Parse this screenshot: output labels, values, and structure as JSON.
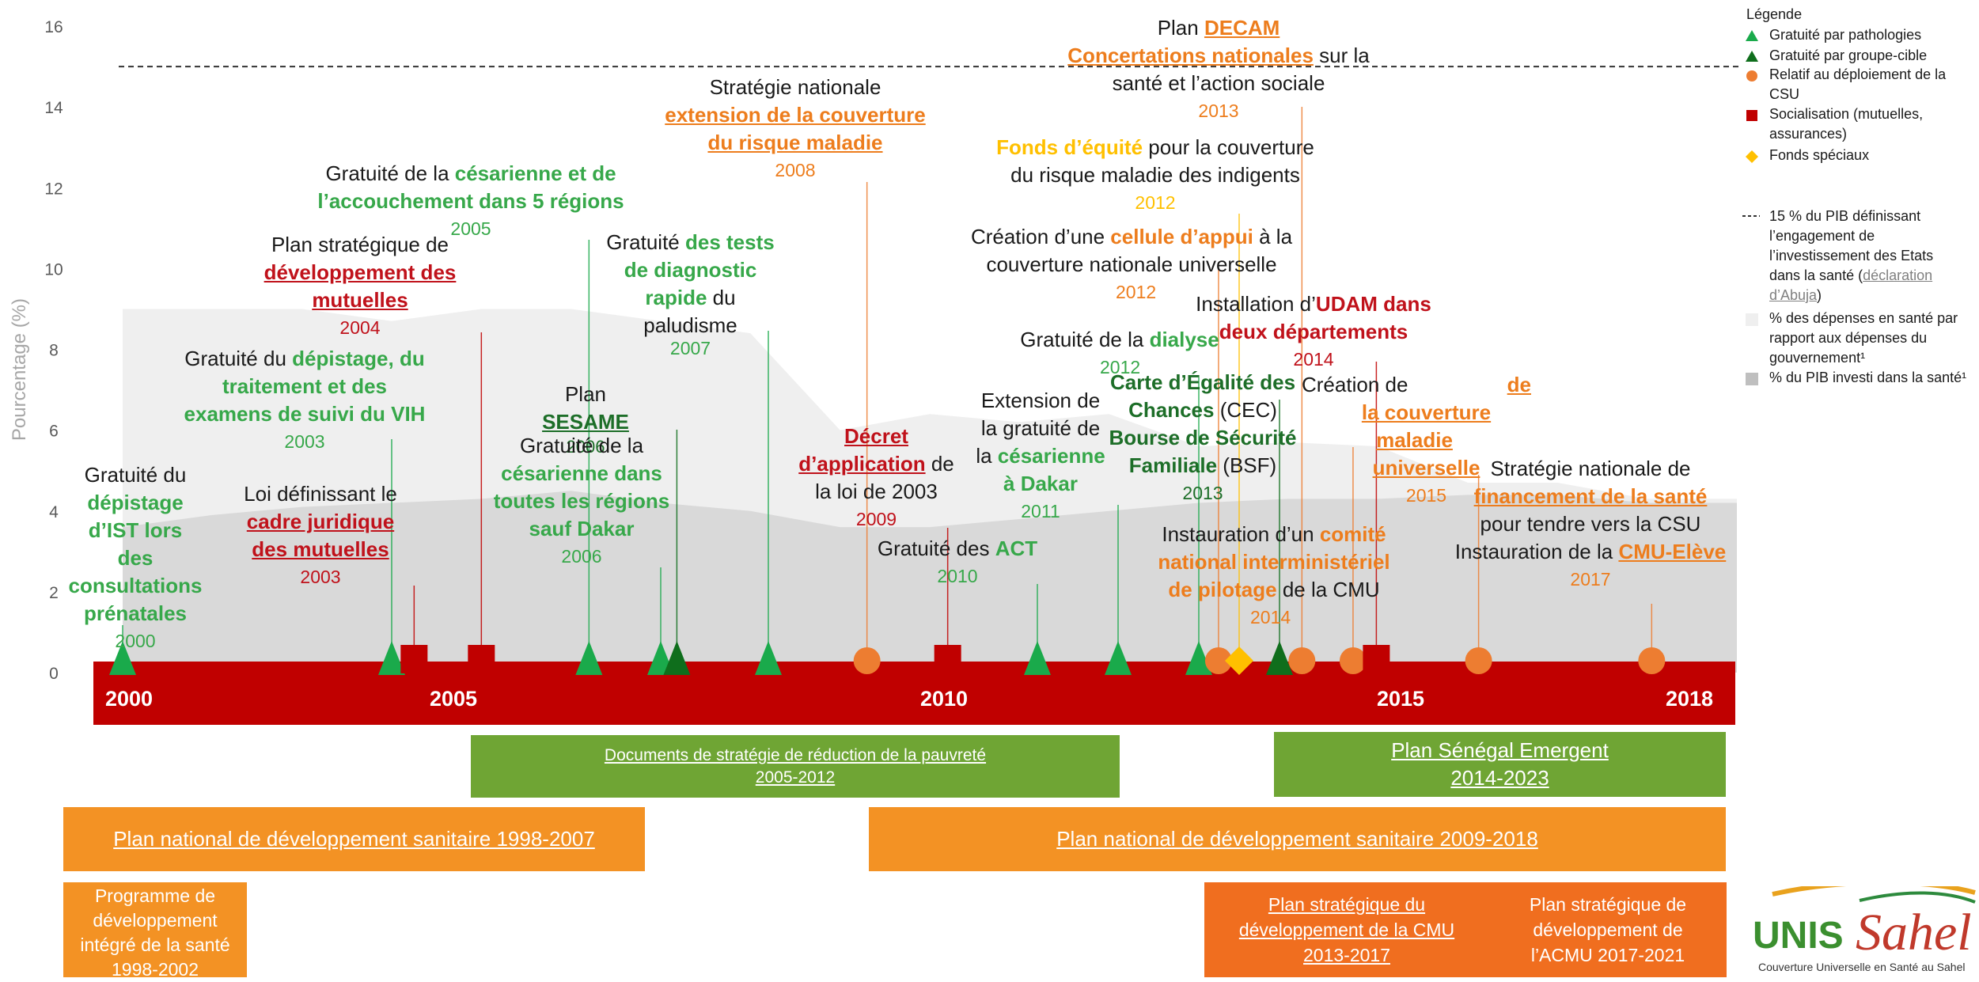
{
  "chart_data": {
    "type": "timeline-area",
    "ylabel": "Pourcentage (%)",
    "y_ticks": [
      0,
      2,
      4,
      6,
      8,
      10,
      12,
      14,
      16
    ],
    "ylim": [
      0,
      16.5
    ],
    "x_range": [
      2000,
      2018
    ],
    "x_tick_labels": [
      "2000",
      "2005",
      "2010",
      "2015",
      "2018"
    ],
    "abuja_line_value": 15,
    "series": [
      {
        "name": "% des dépenses en santé par rapport aux dépenses du gouvernement¹",
        "x": [
          2000,
          2001,
          2002,
          2003,
          2004,
          2005,
          2006,
          2007,
          2008,
          2009,
          2010,
          2011,
          2012,
          2013,
          2014,
          2015,
          2016,
          2017,
          2018
        ],
        "values": [
          9.0,
          9.0,
          9.0,
          8.7,
          9.0,
          9.0,
          8.7,
          8.4,
          6.0,
          6.4,
          6.2,
          6.4,
          5.6,
          5.7,
          5.6,
          4.7,
          4.7,
          4.3,
          4.3
        ],
        "color": "#efefef"
      },
      {
        "name": "% du PIB investi dans la santé¹",
        "x": [
          2000,
          2001,
          2002,
          2003,
          2004,
          2005,
          2006,
          2007,
          2008,
          2009,
          2010,
          2011,
          2012,
          2013,
          2014,
          2015,
          2016,
          2017,
          2018
        ],
        "values": [
          3.6,
          3.9,
          4.1,
          4.2,
          4.3,
          4.5,
          4.2,
          4.0,
          3.6,
          3.6,
          3.8,
          4.0,
          4.2,
          4.3,
          4.3,
          4.4,
          4.4,
          4.2,
          4.2
        ],
        "color": "#d9d9d9"
      }
    ],
    "markers": [
      {
        "year": 2000.0,
        "type": "tri-light"
      },
      {
        "year": 2003.0,
        "type": "tri-light"
      },
      {
        "year": 2003.25,
        "type": "square"
      },
      {
        "year": 2004.0,
        "type": "square"
      },
      {
        "year": 2005.2,
        "type": "tri-light"
      },
      {
        "year": 2006.0,
        "type": "tri-light"
      },
      {
        "year": 2006.18,
        "type": "tri-dark"
      },
      {
        "year": 2007.2,
        "type": "tri-light"
      },
      {
        "year": 2008.3,
        "type": "circle"
      },
      {
        "year": 2009.2,
        "type": "square"
      },
      {
        "year": 2010.2,
        "type": "tri-light"
      },
      {
        "year": 2011.1,
        "type": "tri-light"
      },
      {
        "year": 2012.0,
        "type": "tri-light"
      },
      {
        "year": 2012.22,
        "type": "circle"
      },
      {
        "year": 2012.45,
        "type": "diamond"
      },
      {
        "year": 2012.9,
        "type": "tri-dark"
      },
      {
        "year": 2013.15,
        "type": "circle"
      },
      {
        "year": 2013.72,
        "type": "circle"
      },
      {
        "year": 2013.98,
        "type": "square"
      },
      {
        "year": 2015.12,
        "type": "circle"
      },
      {
        "year": 2017.05,
        "type": "circle"
      }
    ],
    "colors": {
      "tri-light": "#1aaa4b",
      "tri-dark": "#0f6e1c",
      "circle": "#ed7d31",
      "square": "#c00000",
      "diamond": "#ffc000",
      "band": "#c00000"
    }
  },
  "events": {
    "e2000": {
      "l1": "Gratuité du",
      "l2": "dépistage",
      "l3": "d’IST lors des",
      "l4": "consultations",
      "l5": "prénatales",
      "yr": "2000"
    },
    "e2003a": {
      "l1a": "Gratuité du ",
      "l1b": "dépistage, du",
      "l2": "traitement et des",
      "l3": "examens de suivi du VIH",
      "yr": "2003"
    },
    "e2003b": {
      "l1": "Loi définissant le",
      "l2": "cadre juridique",
      "l3": "des mutuelles",
      "yr": "2003"
    },
    "e2004": {
      "l1": "Plan stratégique de",
      "l2": "développement des",
      "l3": "mutuelles",
      "yr": "2004"
    },
    "e2005": {
      "l1a": "Gratuité de la ",
      "l1b": "césarienne et de",
      "l2": "l’accouchement dans 5 régions",
      "yr": "2005"
    },
    "e2006a": {
      "l1a": "Plan ",
      "l1b": "SESAME",
      "yr": "2006"
    },
    "e2006b": {
      "l1": "Gratuité de la",
      "l2": "césarienne dans",
      "l3": "toutes les régions",
      "l4": "sauf Dakar",
      "yr": "2006"
    },
    "e2007": {
      "l1a": "Gratuité ",
      "l1b": "des tests",
      "l2": "de diagnostic",
      "l3a": "rapide",
      "l3b": " du",
      "l4": "paludisme",
      "yr": "2007"
    },
    "e2008": {
      "l1": "Stratégie nationale",
      "l2": "extension de la couverture",
      "l3": "du risque maladie",
      "yr": "2008"
    },
    "e2009": {
      "l1": "Décret",
      "l2a": "d’application",
      "l2b": " de",
      "l3": "la loi de 2003",
      "yr": "2009"
    },
    "e2010": {
      "l1a": "Gratuité des ",
      "l1b": "ACT",
      "yr": "2010"
    },
    "e2011": {
      "l1": "Extension de",
      "l2": "la gratuité de",
      "l3a": "la ",
      "l3b": "césarienne",
      "l4": "à Dakar",
      "yr": "2011"
    },
    "e2012a": {
      "l1a": "Gratuité de la ",
      "l1b": "dialyse",
      "yr": "2012"
    },
    "e2012b": {
      "l1a": "Création d’une ",
      "l1b": "cellule d’appui",
      "l1c": " à la",
      "l2": "couverture nationale universelle",
      "yr": "2012"
    },
    "e2012c": {
      "l1a": "Fonds d’équité",
      "l1b": " pour la couverture",
      "l2": "du risque maladie des indigents",
      "yr": "2012"
    },
    "e2013a": {
      "l1a": "Plan ",
      "l1b": "DECAM",
      "l2a": "Concertations nationales",
      "l2b": " sur la",
      "l3": "santé et l’action sociale",
      "yr": "2013"
    },
    "e2013b": {
      "l1": "Carte d’Égalité des",
      "l2a": "Chances",
      "l2b": " (CEC)",
      "l3": "Bourse de Sécurité",
      "l4a": "Familiale",
      "l4b": " (BSF)",
      "yr": "2013"
    },
    "e2014a": {
      "l1a": "Installation d’",
      "l1b": "UDAM dans",
      "l2": "deux départements",
      "yr": "2014"
    },
    "e2014b": {
      "l1a": "Instauration d’un ",
      "l1b": "comité",
      "l2": "national interministériel",
      "l3a": "de pilotage",
      "l3b": " de la CMU",
      "yr": "2014"
    },
    "e2015": {
      "l1a": "Création de ",
      "l1b": "de",
      "l2": "la couverture maladie",
      "l3": "universelle",
      "yr": "2015"
    },
    "e2017": {
      "l1": "Stratégie nationale de",
      "l2": "financement de la santé",
      "l3": "pour tendre vers la CSU",
      "l4a": "Instauration de la ",
      "l4b": "CMU-Elève",
      "yr": "2017"
    }
  },
  "programs": {
    "dsrp": {
      "l1": "Documents de stratégie de réduction de la pauvreté",
      "l2": "2005-2012",
      "color": "#6fa534"
    },
    "pse": {
      "l1": "Plan Sénégal Emergent",
      "l2": "2014-2023",
      "color": "#6fa534"
    },
    "pnds1": {
      "l1": "Plan national de développement sanitaire 1998-2007",
      "color": "#f39224"
    },
    "pnds2": {
      "l1": "Plan national de développement sanitaire 2009-2018",
      "color": "#f39224"
    },
    "pdis": {
      "l1": "Programme de",
      "l2": "développement",
      "l3": "intégré de la santé",
      "l4": "1998-2002",
      "color": "#f39224"
    },
    "psdcmu": {
      "l1": "Plan stratégique du",
      "l2": "développement de la CMU",
      "l3": "2013-2017",
      "color": "#f39224"
    },
    "psacmu": {
      "l1": "Plan stratégique de",
      "l2": "développement de",
      "l3": "l’ACMU 2017-2021",
      "color": "#f39224"
    }
  },
  "legend": {
    "title": "Légende",
    "tri_light": "Gratuité par pathologies",
    "tri_dark": "Gratuité par groupe-cible",
    "circle": "Relatif au déploiement de la CSU",
    "square": "Socialisation (mutuelles, assurances)",
    "diamond": "Fonds spéciaux",
    "dashed_a": "15 % du PIB définissant l’engagement de l’investissement des Etats dans la santé (",
    "dashed_link": "déclaration d’Abuja",
    "dashed_b": ")",
    "light_area": "% des dépenses en santé par rapport aux dépenses du gouvernement¹",
    "dark_area": "% du PIB investi dans la santé¹"
  },
  "logo": {
    "brand_a": "UNIS",
    "brand_b": "Sahel",
    "tagline": "Couverture Universelle en Santé au Sahel"
  }
}
